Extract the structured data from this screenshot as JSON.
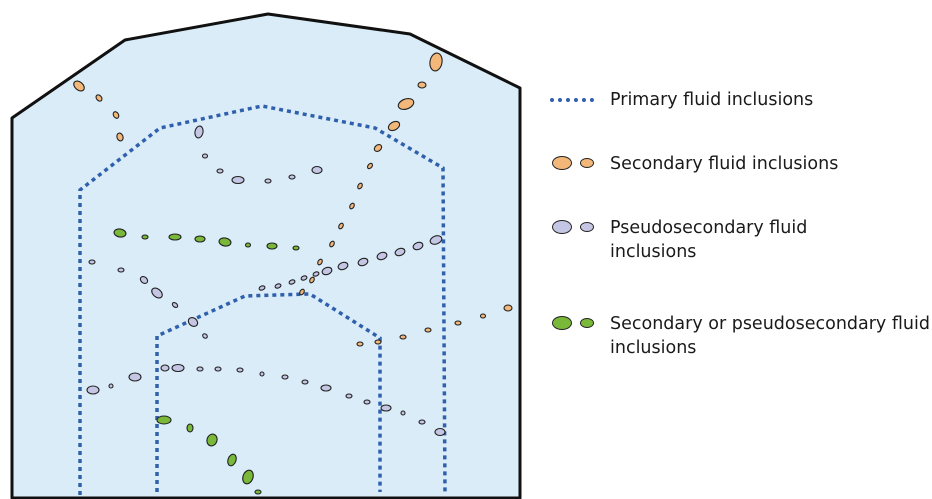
{
  "colors": {
    "crystal_fill": "#d9ecf7",
    "outline": "#111111",
    "primary_dash": "#3060ad",
    "secondary": "#f4b77a",
    "pseudosecondary": "#c4c6e4",
    "mixed": "#7ab83a"
  },
  "legend": [
    {
      "key": "primary",
      "label": "Primary fluid inclusions",
      "symbol": "dotted-line"
    },
    {
      "key": "secondary",
      "label": "Secondary fluid inclusions",
      "symbol": "orange-ellipses"
    },
    {
      "key": "pseudosecondary",
      "label": "Pseudosecondary fluid inclusions",
      "symbol": "lavender-ellipses"
    },
    {
      "key": "mixed",
      "label": "Secondary or pseudosecondary fluid inclusions",
      "symbol": "green-ellipses"
    }
  ]
}
